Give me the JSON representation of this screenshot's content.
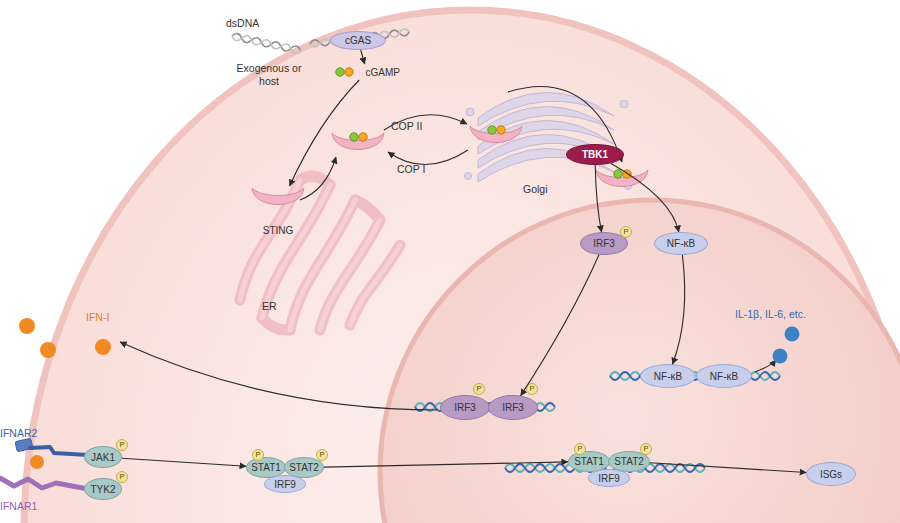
{
  "diagram": {
    "nodes": [
      {
        "text": [
          "cGAS"
        ]
      },
      {
        "text": [
          "cGAMP"
        ]
      },
      {
        "text": [
          "STING"
        ]
      },
      {
        "text": [
          "TBK1"
        ]
      },
      {
        "text": [
          "IRF3"
        ]
      },
      {
        "text": [
          "NF-κB"
        ]
      },
      {
        "text": [
          "IRF3"
        ]
      },
      {
        "text": [
          "IRF3"
        ]
      },
      {
        "text": [
          "NF-κB"
        ]
      },
      {
        "text": [
          "NF-κB"
        ]
      },
      {
        "text": [
          "JAK1"
        ]
      },
      {
        "text": [
          "TYK2"
        ]
      },
      {
        "text": [
          "STAT1"
        ]
      },
      {
        "text": [
          "STAT2"
        ]
      },
      {
        "text": [
          "IRF9"
        ]
      },
      {
        "text": [
          "STAT1"
        ]
      },
      {
        "text": [
          "STAT2"
        ]
      },
      {
        "text": [
          "IRF9"
        ]
      },
      {
        "text": [
          "ISGs"
        ]
      }
    ],
    "edges": [
      {
        "from": 0,
        "to": 1,
        "arrow": "to"
      },
      {
        "from": 1,
        "to": 2,
        "arrow": "to"
      },
      {
        "from": 3,
        "to": 4,
        "arrow": "to"
      },
      {
        "from": 3,
        "to": 5,
        "arrow": "to"
      },
      {
        "from": 4,
        "to": 7,
        "arrow": "to"
      },
      {
        "from": 5,
        "to": 8,
        "arrow": "to"
      },
      {
        "from": 10,
        "to": 12,
        "arrow": "to"
      },
      {
        "from": 13,
        "to": 15,
        "arrow": "to"
      },
      {
        "from": 16,
        "to": 18,
        "arrow": "to"
      }
    ],
    "labels": [
      "dsDNA",
      "Exogenous or host",
      "COP II",
      "COP I",
      "Golgi",
      "P",
      "ER",
      "IL-1β, IL-6, etc.",
      "IFN-I",
      "P",
      "P",
      "IFNAR2",
      "P",
      "P",
      "P",
      "P",
      "P",
      "P",
      "IFNAR1"
    ]
  }
}
